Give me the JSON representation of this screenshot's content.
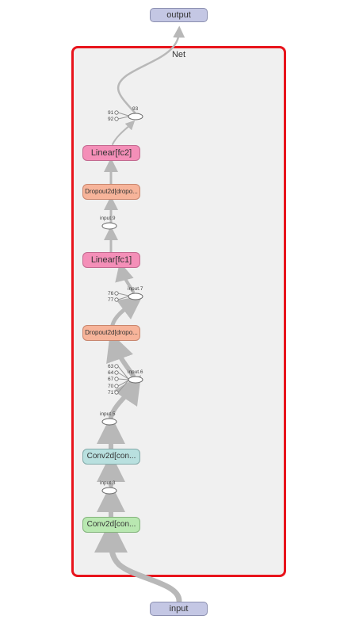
{
  "graph": {
    "group_title": "Net",
    "output_label": "output",
    "input_label": "input",
    "layers": {
      "fc2": "Linear[fc2]",
      "dropout2": "Dropout2d[dropo...",
      "fc1": "Linear[fc1]",
      "dropout1": "Dropout2d[dropo...",
      "conv2": "Conv2d[con...",
      "conv1": "Conv2d[con..."
    },
    "ops": {
      "op93": "93",
      "input9": "input.9",
      "input7": "input.7",
      "input6": "input.6",
      "input5": "input.5",
      "input3": "input.3"
    },
    "constants": {
      "c91": "91",
      "c92": "92",
      "c76": "76",
      "c77": "77",
      "c63": "63",
      "c64": "64",
      "c67": "67",
      "c70": "70",
      "c71": "71"
    }
  },
  "colors": {
    "group_border": "#e8141c",
    "io_node": "#c4c7e4",
    "linear_node": "#f48fb8",
    "dropout_node": "#f7b49a",
    "conv_node_blue": "#b9e0df",
    "conv_node_green": "#b9e8b1",
    "edge": "#b8b8b8"
  }
}
